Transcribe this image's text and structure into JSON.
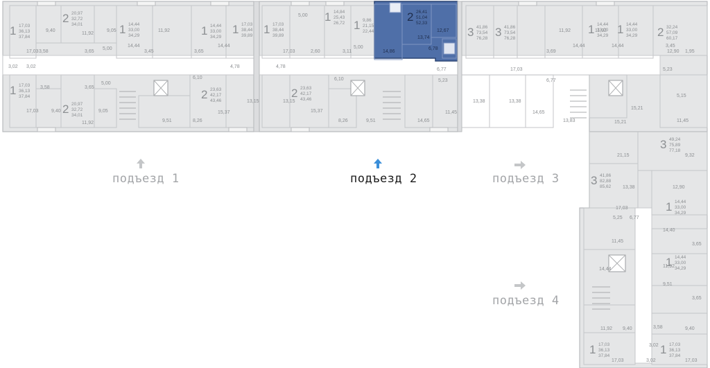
{
  "entrances": [
    {
      "label": "подъезд 1",
      "active": false,
      "arrow": "up"
    },
    {
      "label": "подъезд 2",
      "active": true,
      "arrow": "up"
    },
    {
      "label": "подъезд 3",
      "active": false,
      "arrow": "right"
    },
    {
      "label": "подъезд 4",
      "active": false,
      "arrow": "right"
    }
  ],
  "colors": {
    "accent": "#4f6fa8",
    "accent_arrow": "#3b8fd9",
    "wall": "#b9bbbe",
    "fill": "#e5e6e7",
    "text": "#8c8f92"
  },
  "apartments": [
    {
      "id": "a1",
      "rooms": "1",
      "living": "17,03",
      "kitchen": "36,13",
      "total": "37,84"
    },
    {
      "id": "a2",
      "rooms": "2",
      "living": "20,97",
      "kitchen": "32,72",
      "total": "34,01"
    },
    {
      "id": "a3",
      "rooms": "1",
      "living": "14,44",
      "kitchen": "33,00",
      "total": "34,29"
    },
    {
      "id": "a4",
      "rooms": "1",
      "living": "14,44",
      "kitchen": "33,00",
      "total": "34,29"
    },
    {
      "id": "a5",
      "rooms": "1",
      "living": "17,03",
      "kitchen": "38,44",
      "total": "39,89"
    },
    {
      "id": "a6",
      "rooms": "1",
      "living": "17,03",
      "kitchen": "36,13",
      "total": "37,84"
    },
    {
      "id": "a7",
      "rooms": "2",
      "living": "20,97",
      "kitchen": "32,72",
      "total": "34,01"
    },
    {
      "id": "a8",
      "rooms": "2",
      "living": "23,63",
      "kitchen": "42,17",
      "total": "43,46"
    },
    {
      "id": "a9",
      "rooms": "1",
      "living": "17,03",
      "kitchen": "38,44",
      "total": "39,89"
    },
    {
      "id": "a10",
      "rooms": "1",
      "living": "14,84",
      "kitchen": "25,43",
      "total": "26,72"
    },
    {
      "id": "a11",
      "rooms": "1",
      "living": "9,86",
      "kitchen": "21,15",
      "total": "22,44"
    },
    {
      "id": "a12",
      "rooms": "2",
      "living": "26,41",
      "kitchen": "51,04",
      "total": "52,33",
      "selected": true
    },
    {
      "id": "a13",
      "rooms": "3",
      "living": "41,86",
      "kitchen": "73,54",
      "total": "76,28"
    },
    {
      "id": "a14",
      "rooms": "3",
      "living": "41,86",
      "kitchen": "73,54",
      "total": "76,28"
    },
    {
      "id": "a15",
      "rooms": "1",
      "living": "14,44",
      "kitchen": "33,00",
      "total": "34,29"
    },
    {
      "id": "a16",
      "rooms": "1",
      "living": "14,44",
      "kitchen": "33,00",
      "total": "34,29"
    },
    {
      "id": "a17",
      "rooms": "2",
      "living": "32,24",
      "kitchen": "57,09",
      "total": "60,17"
    },
    {
      "id": "a18",
      "rooms": "2",
      "living": "23,63",
      "kitchen": "42,17",
      "total": "43,46"
    },
    {
      "id": "a19",
      "rooms": "3",
      "living": "49,24",
      "kitchen": "75,89",
      "total": "77,18"
    },
    {
      "id": "a20",
      "rooms": "3",
      "living": "41,86",
      "kitchen": "82,88",
      "total": "85,62"
    },
    {
      "id": "a21",
      "rooms": "1",
      "living": "14,44",
      "kitchen": "33,00",
      "total": "34,29"
    },
    {
      "id": "a22",
      "rooms": "1",
      "living": "14,44",
      "kitchen": "33,00",
      "total": "34,29"
    },
    {
      "id": "a23",
      "rooms": "1",
      "living": "17,03",
      "kitchen": "36,13",
      "total": "37,84"
    },
    {
      "id": "a24",
      "rooms": "1",
      "living": "17,03",
      "kitchen": "36,13",
      "total": "37,84"
    }
  ],
  "room_areas": [
    "9,40",
    "11,92",
    "9,05",
    "3,58",
    "3,65",
    "5,00",
    "14,44",
    "11,92",
    "3,45",
    "3,65",
    "14,44",
    "17,03",
    "3,02",
    "3,02",
    "17,03",
    "4,78",
    "3,58",
    "3,65",
    "5,00",
    "6,10",
    "9,40",
    "11,92",
    "9,05",
    "9,51",
    "8,26",
    "15,37",
    "17,03",
    "13,15",
    "11,92",
    "17,03",
    "5,00",
    "2,60",
    "3,11",
    "5,00",
    "4,78",
    "6,10",
    "13,15",
    "15,37",
    "8,26",
    "9,51",
    "14,86",
    "13,74",
    "12,67",
    "6,78",
    "6,77",
    "5,23",
    "11,45",
    "13,38",
    "13,38",
    "14,65",
    "11,92",
    "14,44",
    "14,44",
    "11,92",
    "3,69",
    "3,45",
    "12,90",
    "1,95",
    "17,03",
    "6,77",
    "5,23",
    "5,15",
    "15,21",
    "13,83",
    "14,65",
    "11,45",
    "15,21",
    "9,32",
    "21,15",
    "12,90",
    "13,38",
    "17,03",
    "6,77",
    "5,25",
    "11,45",
    "14,40",
    "3,65",
    "11,92",
    "14,44",
    "9,51",
    "3,65",
    "11,92",
    "9,40",
    "3,58",
    "9,40",
    "3,02",
    "3,02",
    "17,03",
    "17,03"
  ]
}
